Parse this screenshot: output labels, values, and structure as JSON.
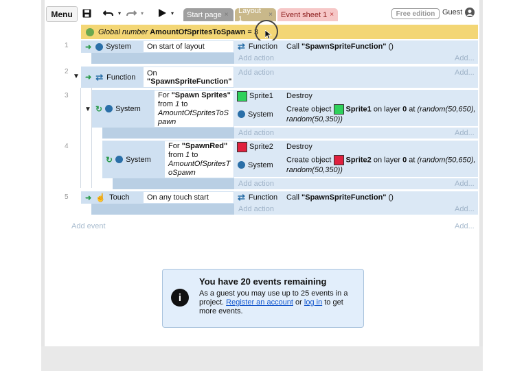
{
  "toolbar": {
    "menu_label": "Menu",
    "save_icon": "save-icon",
    "undo_icon": "undo-icon",
    "redo_icon": "redo-icon",
    "play_icon": "play-icon"
  },
  "tabs": [
    {
      "label": "Start page",
      "close": "×"
    },
    {
      "label": "Layout 1",
      "close": "×"
    },
    {
      "label": "Event sheet 1",
      "close": "×"
    }
  ],
  "account": {
    "edition": "Free edition",
    "user": "Guest"
  },
  "global_var": {
    "prefix": "Global number",
    "name": "AmountOfSpritesToSpawn",
    "suffix": "= 3"
  },
  "events": [
    {
      "number": "1",
      "condition": {
        "object": "System",
        "text": "On start of layout"
      },
      "actions": [
        {
          "object": "Function",
          "text_pre": "Call",
          "text_bold": "\"SpawnSpriteFunction\"",
          "text_post": "()"
        }
      ],
      "add_action": "Add action",
      "add_short": "Add..."
    },
    {
      "number": "2",
      "condition": {
        "object": "Function",
        "text_line1": "On",
        "text_bold": "\"SpawnSpriteFunction\""
      },
      "add_action": "Add action",
      "add_short": "Add..."
    },
    {
      "number": "3",
      "condition": {
        "object": "System",
        "for_pre": "For",
        "for_name": "\"Spawn Sprites\"",
        "from": "from",
        "from_val": "1",
        "to": "to",
        "to_val": "AmountOfSpritesToSpawn"
      },
      "actions": [
        {
          "object": "Sprite1",
          "text": "Destroy"
        },
        {
          "object": "System",
          "text_pre": "Create object",
          "sprite": "Sprite1",
          "layer_pre": "on layer",
          "layer": "0",
          "at": "at",
          "coords": "(random(50,650), random(50,350))"
        }
      ],
      "add_action": "Add action",
      "add_short": "Add..."
    },
    {
      "number": "4",
      "condition": {
        "object": "System",
        "for_pre": "For",
        "for_name": "\"SpawnRed\"",
        "from": "from",
        "from_val": "1",
        "to": "to",
        "to_val": "AmountOfSpritesToSpawn"
      },
      "actions": [
        {
          "object": "Sprite2",
          "text": "Destroy"
        },
        {
          "object": "System",
          "text_pre": "Create object",
          "sprite": "Sprite2",
          "layer_pre": "on layer",
          "layer": "0",
          "at": "at",
          "coords": "(random(50,650), random(50,350))"
        }
      ],
      "add_action": "Add action",
      "add_short": "Add..."
    },
    {
      "number": "5",
      "condition": {
        "object": "Touch",
        "text": "On any touch start"
      },
      "actions": [
        {
          "object": "Function",
          "text_pre": "Call",
          "text_bold": "\"SpawnSpriteFunction\"",
          "text_post": "()"
        }
      ],
      "add_action": "Add action",
      "add_short": "Add..."
    }
  ],
  "add_event": "Add event",
  "add_event_short": "Add...",
  "notice": {
    "title": "You have 20 events remaining",
    "body_pre": "As a guest you may use up to 25 events in a project.",
    "register_link": "Register an account",
    "or": "or",
    "login_link": "log in",
    "body_post": "to get more events."
  },
  "colors": {
    "sprite1": "#2fd15b",
    "sprite2": "#e0203e",
    "global_bar": "#f3d675",
    "tab_event": "#f6c7c7"
  }
}
